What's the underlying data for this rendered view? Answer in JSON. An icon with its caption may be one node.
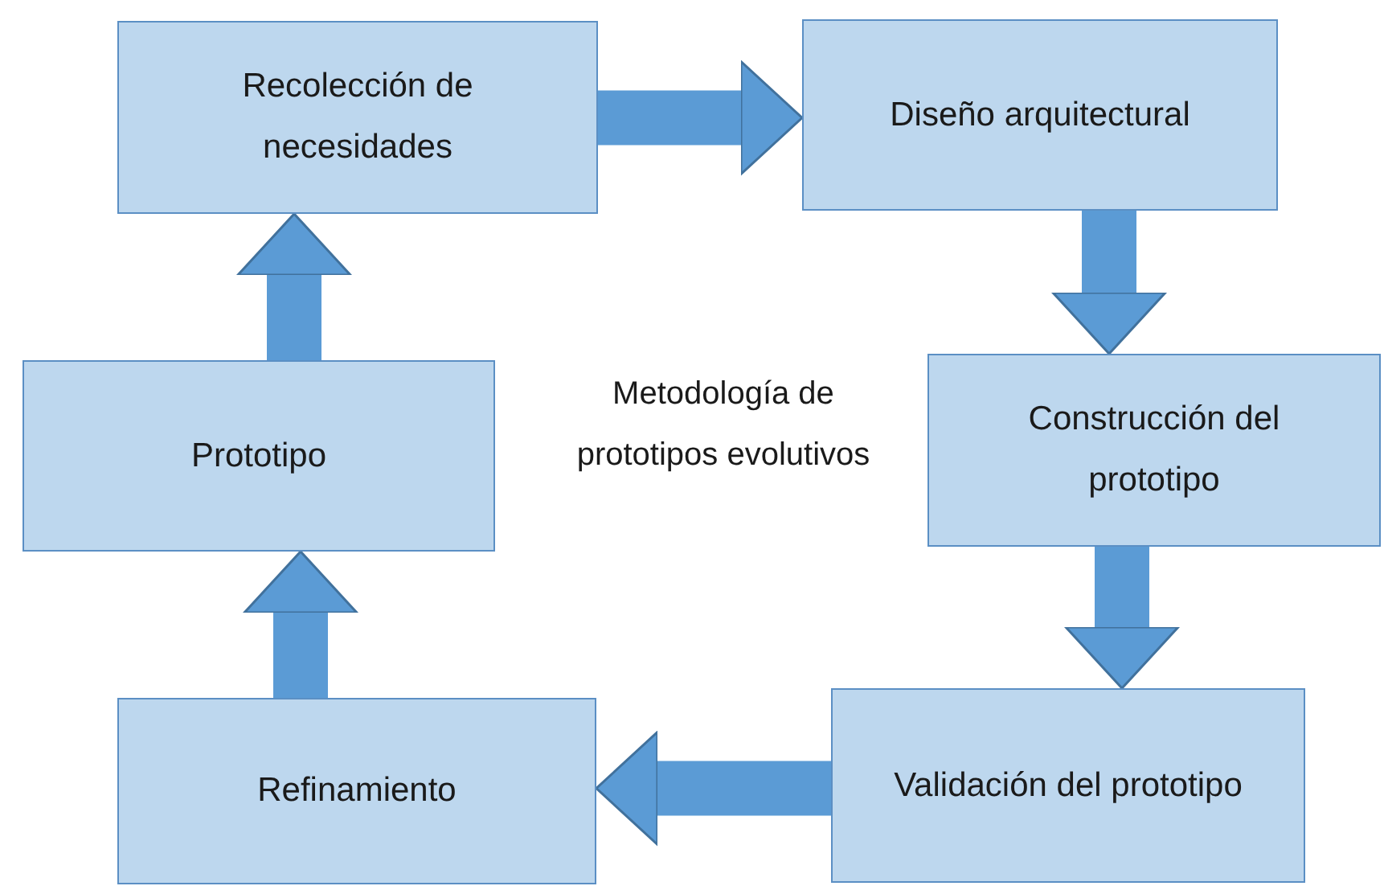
{
  "diagram": {
    "nodes": [
      {
        "text": [
          "Recolección de necesidades"
        ]
      },
      {
        "text": [
          "Diseño arquitectural"
        ]
      },
      {
        "text": [
          "Construcción del prototipo"
        ]
      },
      {
        "text": [
          "Validación del prototipo"
        ]
      },
      {
        "text": [
          "Refinamiento"
        ]
      },
      {
        "text": [
          "Prototipo"
        ]
      }
    ],
    "edges": [
      {
        "from": 0,
        "to": 1,
        "arrow": "to"
      },
      {
        "from": 1,
        "to": 2,
        "arrow": "to"
      },
      {
        "from": 2,
        "to": 3,
        "arrow": "to"
      },
      {
        "from": 3,
        "to": 4,
        "arrow": "to"
      },
      {
        "from": 4,
        "to": 5,
        "arrow": "to"
      },
      {
        "from": 5,
        "to": 0,
        "arrow": "to"
      }
    ],
    "labels": [
      "Metodología de prototipos evolutivos"
    ]
  }
}
